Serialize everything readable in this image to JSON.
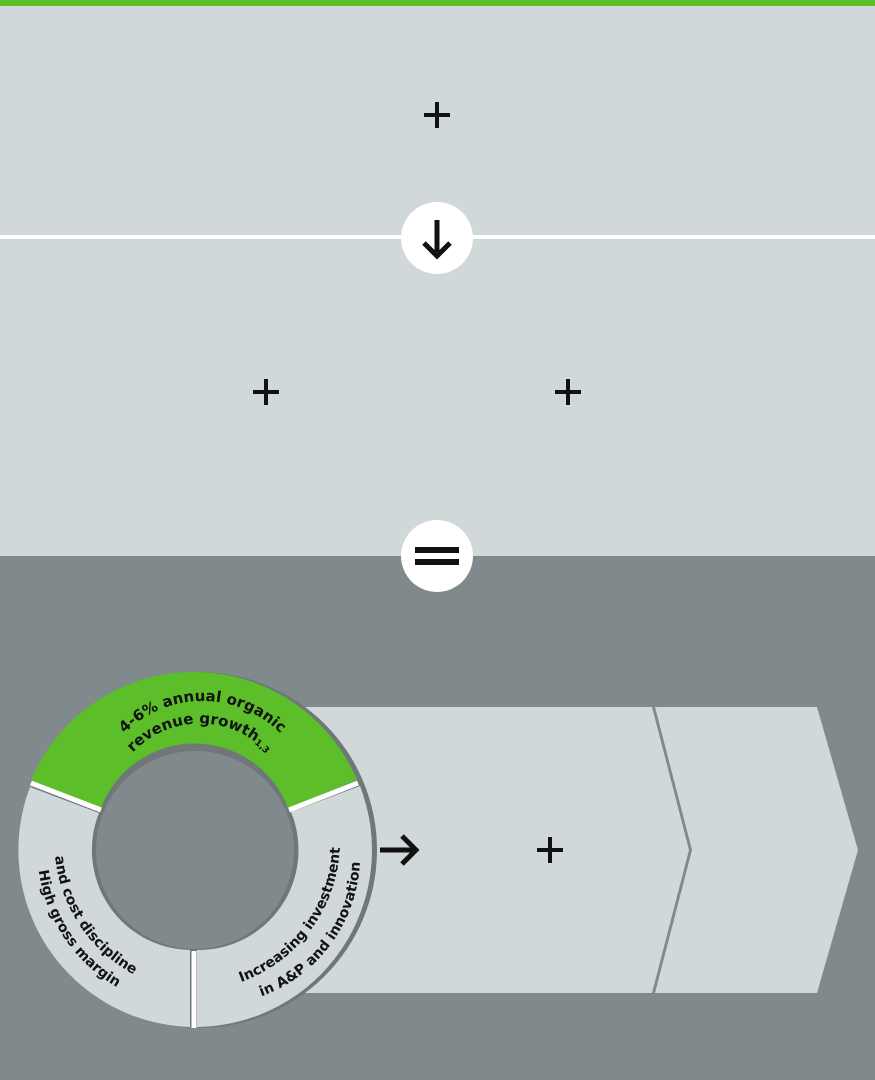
{
  "colors": {
    "accent_green": "#5cbf2a",
    "panel_light": "#d1d8da",
    "panel_dark": "#80898b",
    "white": "#ffffff",
    "icon_dark": "#111111"
  },
  "icons": {
    "plus": "plus-icon",
    "arrow_down": "arrow-down-icon",
    "equals": "equals-icon",
    "arrow_right": "arrow-right-icon"
  },
  "ring": {
    "segments": [
      {
        "label_line1": "4-6% annual organic",
        "label_line2": "revenue growth",
        "superscript": "1,3"
      },
      {
        "label_line1": "Increasing investment",
        "label_line2": "in A&P and innovation"
      },
      {
        "label_line1": "High gross margin",
        "label_line2": "and cost discipline"
      }
    ]
  }
}
